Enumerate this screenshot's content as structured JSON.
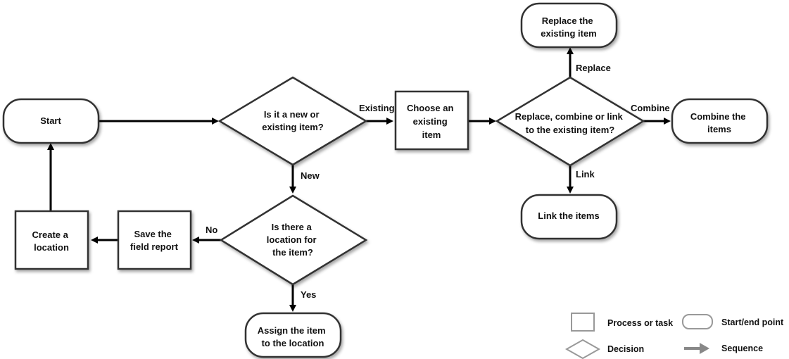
{
  "nodes": {
    "start": [
      "Start"
    ],
    "new_or_existing": [
      "Is it a new or",
      "existing item?"
    ],
    "choose_existing": [
      "Choose an",
      "existing",
      "item"
    ],
    "replace_combine_link": [
      "Replace, combine  or link",
      "to the existing item?"
    ],
    "replace_existing": [
      "Replace the",
      "existing item"
    ],
    "combine_items": [
      "Combine the",
      "items"
    ],
    "link_items": [
      "Link the items"
    ],
    "location_for_item": [
      "Is there a",
      "location for",
      "the item?"
    ],
    "save_field_report": [
      "Save the",
      "field report"
    ],
    "create_location": [
      "Create a",
      "location"
    ],
    "assign_location": [
      "Assign the item",
      "to the location"
    ]
  },
  "edge_labels": {
    "existing": "Existing",
    "new": "New",
    "replace": "Replace",
    "combine": "Combine",
    "link": "Link",
    "no": "No",
    "yes": "Yes"
  },
  "legend": {
    "process": "Process or task",
    "start_end": "Start/end point",
    "decision": "Decision",
    "sequence": "Sequence"
  }
}
